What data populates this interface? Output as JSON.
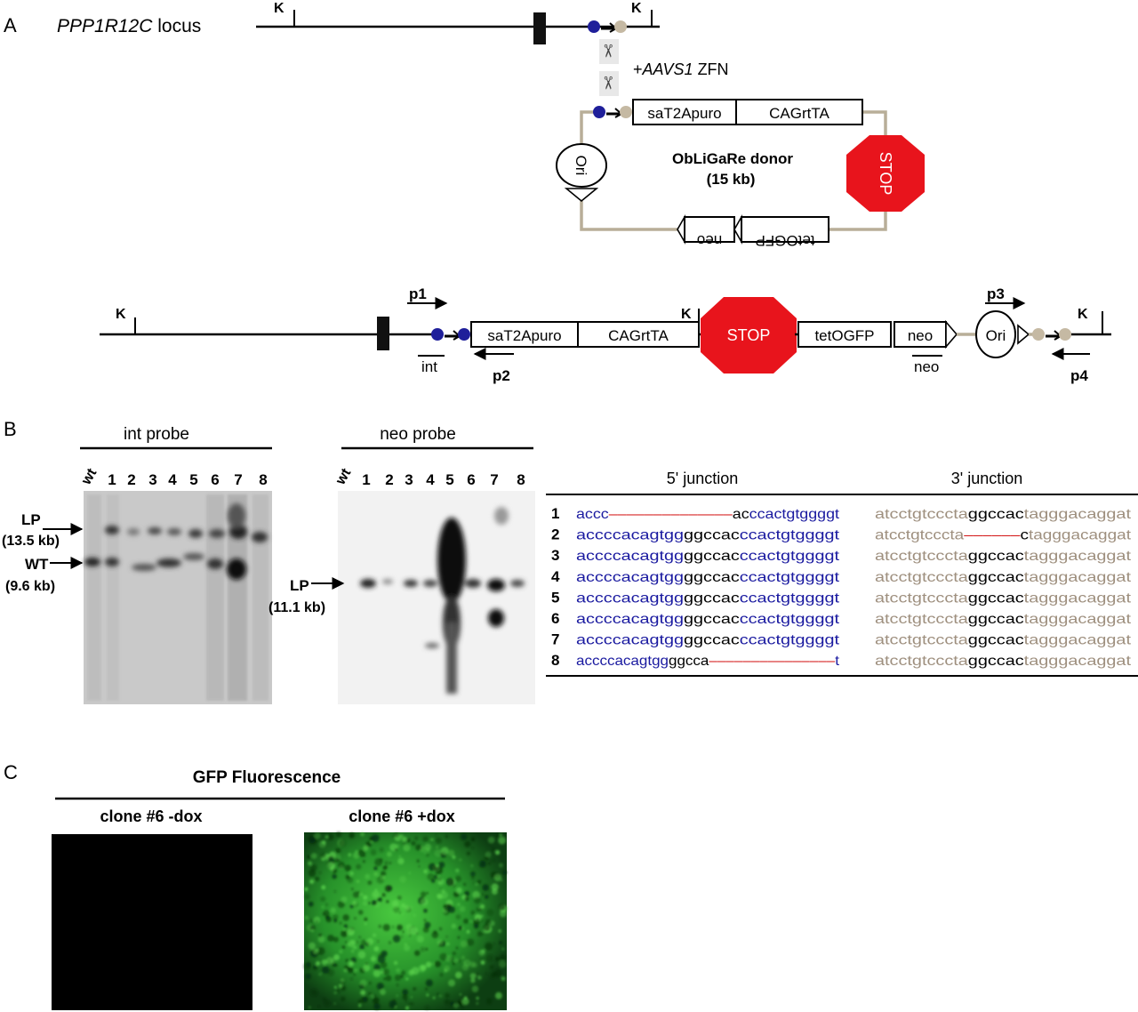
{
  "panel_a": {
    "label": "A",
    "locus_gene": "PPP1R12C",
    "locus_suffix": " locus",
    "k": "K",
    "zfn_plus": "+",
    "zfn_gene": "AAVS1",
    "zfn_suffix": " ZFN",
    "donor_title": "ObLiGaRe donor",
    "donor_size": "(15 kb)",
    "boxes": {
      "puro": "saT2Apuro",
      "rtta": "CAGrtTA",
      "stop": "STOP",
      "gfp": "tetOGFP",
      "neo": "neo",
      "ori": "Ori"
    },
    "primers": {
      "p1": "p1",
      "p2": "p2",
      "p3": "p3",
      "p4": "p4"
    },
    "probe_int": "int",
    "probe_neo": "neo"
  },
  "panel_b": {
    "label": "B",
    "int_title": "int probe",
    "neo_title": "neo probe",
    "lanes": [
      "wt",
      "1",
      "2",
      "3",
      "4",
      "5",
      "6",
      "7",
      "8"
    ],
    "lp_label": "LP",
    "lp_size": "(13.5 kb)",
    "wt_label": "WT",
    "wt_size": "(9.6 kb)",
    "lp2_label": "LP",
    "lp2_size": "(11.1 kb)",
    "junction5_title": "5' junction",
    "junction3_title": "3' junction",
    "rows": [
      {
        "n": "1",
        "j5": [
          {
            "t": "accc",
            "c": "blue"
          },
          {
            "t": "––––––––––––––",
            "c": "red"
          },
          {
            "t": "ac",
            "c": "black"
          },
          {
            "t": "ccactgtggggt",
            "c": "blue"
          }
        ],
        "j3": [
          {
            "t": "atcctgtcccta",
            "c": "tan"
          },
          {
            "t": "ggccac",
            "c": "black"
          },
          {
            "t": "tagggacaggat",
            "c": "tan"
          }
        ]
      },
      {
        "n": "2",
        "j5": [
          {
            "t": "accccacagtgg",
            "c": "blue"
          },
          {
            "t": "ggccac",
            "c": "black"
          },
          {
            "t": "ccactgtggggt",
            "c": "blue"
          }
        ],
        "j3": [
          {
            "t": "atcctgtcccta",
            "c": "tan"
          },
          {
            "t": "––––––",
            "c": "red"
          },
          {
            "t": "c",
            "c": "black"
          },
          {
            "t": "tagggacaggat",
            "c": "tan"
          }
        ]
      },
      {
        "n": "3",
        "j5": [
          {
            "t": "accccacagtgg",
            "c": "blue"
          },
          {
            "t": "ggccac",
            "c": "black"
          },
          {
            "t": "ccactgtggggt",
            "c": "blue"
          }
        ],
        "j3": [
          {
            "t": "atcctgtcccta",
            "c": "tan"
          },
          {
            "t": "ggccac",
            "c": "black"
          },
          {
            "t": "tagggacaggat",
            "c": "tan"
          }
        ]
      },
      {
        "n": "4",
        "j5": [
          {
            "t": "accccacagtgg",
            "c": "blue"
          },
          {
            "t": "ggccac",
            "c": "black"
          },
          {
            "t": "ccactgtggggt",
            "c": "blue"
          }
        ],
        "j3": [
          {
            "t": "atcctgtcccta",
            "c": "tan"
          },
          {
            "t": "ggccac",
            "c": "black"
          },
          {
            "t": "tagggacaggat",
            "c": "tan"
          }
        ]
      },
      {
        "n": "5",
        "j5": [
          {
            "t": "accccacagtgg",
            "c": "blue"
          },
          {
            "t": "ggccac",
            "c": "black"
          },
          {
            "t": "ccactgtggggt",
            "c": "blue"
          }
        ],
        "j3": [
          {
            "t": "atcctgtcccta",
            "c": "tan"
          },
          {
            "t": "ggccac",
            "c": "black"
          },
          {
            "t": "tagggacaggat",
            "c": "tan"
          }
        ]
      },
      {
        "n": "6",
        "j5": [
          {
            "t": "accccacagtgg",
            "c": "blue"
          },
          {
            "t": "ggccac",
            "c": "black"
          },
          {
            "t": "ccactgtggggt",
            "c": "blue"
          }
        ],
        "j3": [
          {
            "t": "atcctgtcccta",
            "c": "tan"
          },
          {
            "t": "ggccac",
            "c": "black"
          },
          {
            "t": "tagggacaggat",
            "c": "tan"
          }
        ]
      },
      {
        "n": "7",
        "j5": [
          {
            "t": "accccacagtgg",
            "c": "blue"
          },
          {
            "t": "ggccac",
            "c": "black"
          },
          {
            "t": "ccactgtggggt",
            "c": "blue"
          }
        ],
        "j3": [
          {
            "t": "atcctgtcccta",
            "c": "tan"
          },
          {
            "t": "ggccac",
            "c": "black"
          },
          {
            "t": "tagggacaggat",
            "c": "tan"
          }
        ]
      },
      {
        "n": "8",
        "j5": [
          {
            "t": "accccacagtgg",
            "c": "blue"
          },
          {
            "t": "ggcca",
            "c": "black"
          },
          {
            "t": "–––––––––––––––",
            "c": "red"
          },
          {
            "t": "t",
            "c": "blue"
          }
        ],
        "j3": [
          {
            "t": "atcctgtcccta",
            "c": "tan"
          },
          {
            "t": "ggccac",
            "c": "black"
          },
          {
            "t": "tagggacaggat",
            "c": "tan"
          }
        ]
      }
    ]
  },
  "panel_c": {
    "label": "C",
    "title": "GFP Fluorescence",
    "minus": "clone #6 -dox",
    "plus": "clone #6 +dox"
  },
  "colors": {
    "blue_seq": "#1a1aa0",
    "tan_seq": "#9e8f7e",
    "red_seq": "#d41a1a",
    "stop_red": "#e8141c",
    "donor_line": "#b8ae98",
    "dot_blue": "#1f1f9a",
    "dot_tan": "#c5b9a3",
    "gfp_green": "#2fa82f"
  }
}
